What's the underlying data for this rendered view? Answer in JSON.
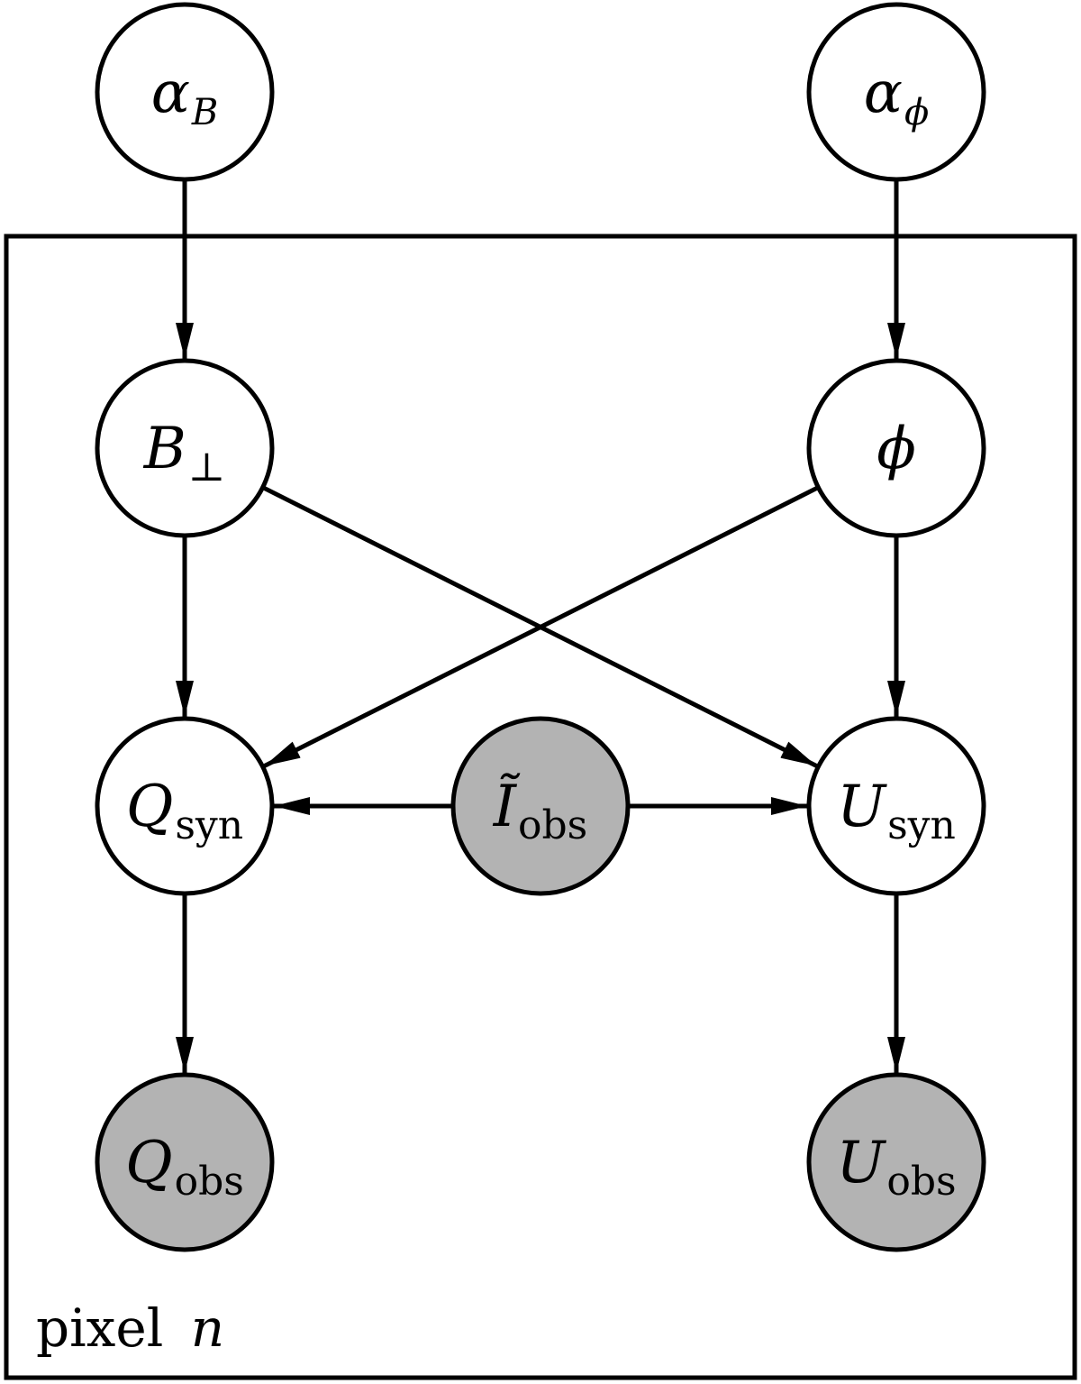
{
  "nodes": {
    "alpha_b": {
      "main": "α",
      "sub": "B",
      "sub_style": "italic",
      "observed": false
    },
    "alpha_phi": {
      "main": "α",
      "sub": "ϕ",
      "sub_style": "italic",
      "observed": false
    },
    "b_perp": {
      "main": "B",
      "sub": "⊥",
      "sub_style": "roman",
      "observed": false
    },
    "phi": {
      "main": "ϕ",
      "sub": "",
      "sub_style": "roman",
      "observed": false
    },
    "q_syn": {
      "main": "Q",
      "sub": "syn",
      "sub_style": "roman",
      "observed": false
    },
    "i_obs": {
      "main": "Ĩ",
      "sub": "obs",
      "sub_style": "roman",
      "observed": true
    },
    "u_syn": {
      "main": "U",
      "sub": "syn",
      "sub_style": "roman",
      "observed": false
    },
    "q_obs": {
      "main": "Q",
      "sub": "obs",
      "sub_style": "roman",
      "observed": true
    },
    "u_obs": {
      "main": "U",
      "sub": "obs",
      "sub_style": "roman",
      "observed": true
    }
  },
  "edges": [
    {
      "from": "alpha_b",
      "to": "b_perp"
    },
    {
      "from": "alpha_phi",
      "to": "phi"
    },
    {
      "from": "b_perp",
      "to": "q_syn"
    },
    {
      "from": "b_perp",
      "to": "u_syn"
    },
    {
      "from": "phi",
      "to": "q_syn"
    },
    {
      "from": "phi",
      "to": "u_syn"
    },
    {
      "from": "i_obs",
      "to": "q_syn"
    },
    {
      "from": "i_obs",
      "to": "u_syn"
    },
    {
      "from": "q_syn",
      "to": "q_obs"
    },
    {
      "from": "u_syn",
      "to": "u_obs"
    }
  ],
  "plate": {
    "label_word": "pixel",
    "label_var": "n"
  },
  "colors": {
    "observed_fill": "#b3b3b3",
    "latent_fill": "#ffffff",
    "stroke": "#000000"
  }
}
